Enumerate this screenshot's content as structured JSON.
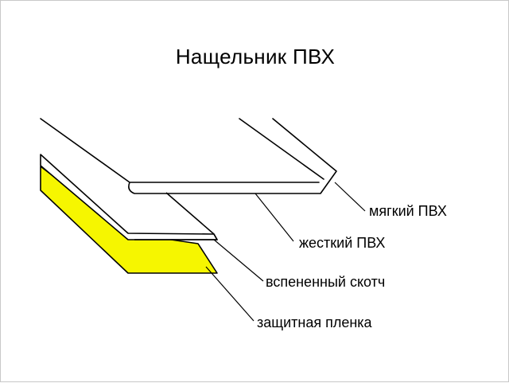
{
  "diagram": {
    "title": "Нащельник ПВХ",
    "labels": {
      "soft_pvc": "мягкий ПВХ",
      "rigid_pvc": "жесткий ПВХ",
      "foam_tape": "вспененный скотч",
      "protective_film": "защитная пленка"
    }
  },
  "colors": {
    "film": "#f6f600",
    "line": "#000000",
    "background": "#ffffff"
  }
}
